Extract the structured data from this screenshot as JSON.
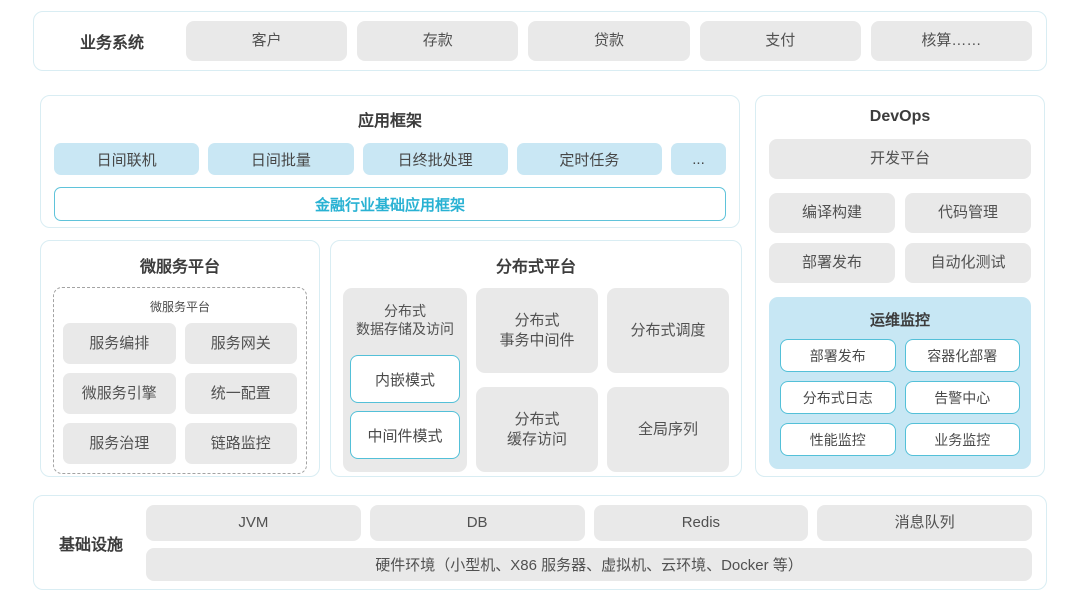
{
  "colors": {
    "section_border": "#d9edf3",
    "gray_box": "#e9e9e9",
    "blue_box": "#c9e7f4",
    "teal_border": "#53c0d8",
    "teal_text": "#29b2d3",
    "monitor_panel_bg": "#c7e7f4",
    "text_dark": "#3c3c3c"
  },
  "business": {
    "label": "业务系统",
    "items": [
      "客户",
      "存款",
      "贷款",
      "支付",
      "核算……"
    ]
  },
  "app_framework": {
    "title": "应用框架",
    "items": [
      "日间联机",
      "日间批量",
      "日终批处理",
      "定时任务",
      "..."
    ],
    "base": "金融行业基础应用框架"
  },
  "microservice": {
    "title": "微服务平台",
    "inner_title": "微服务平台",
    "items": [
      "服务编排",
      "服务网关",
      "微服务引擎",
      "统一配置",
      "服务治理",
      "链路监控"
    ]
  },
  "distributed": {
    "title": "分布式平台",
    "storage": {
      "title": "分布式\n数据存储及访问",
      "modes": [
        "内嵌模式",
        "中间件模式"
      ]
    },
    "col2": [
      "分布式\n事务中间件",
      "分布式\n缓存访问"
    ],
    "col3": [
      "分布式调度",
      "全局序列"
    ]
  },
  "devops": {
    "title": "DevOps",
    "platform": "开发平台",
    "items": [
      "编译构建",
      "代码管理",
      "部署发布",
      "自动化测试"
    ],
    "monitoring": {
      "title": "运维监控",
      "items": [
        "部署发布",
        "容器化部署",
        "分布式日志",
        "告警中心",
        "性能监控",
        "业务监控"
      ]
    }
  },
  "infrastructure": {
    "label": "基础设施",
    "items": [
      "JVM",
      "DB",
      "Redis",
      "消息队列"
    ],
    "hardware": "硬件环境（小型机、X86 服务器、虚拟机、云环境、Docker 等）"
  }
}
